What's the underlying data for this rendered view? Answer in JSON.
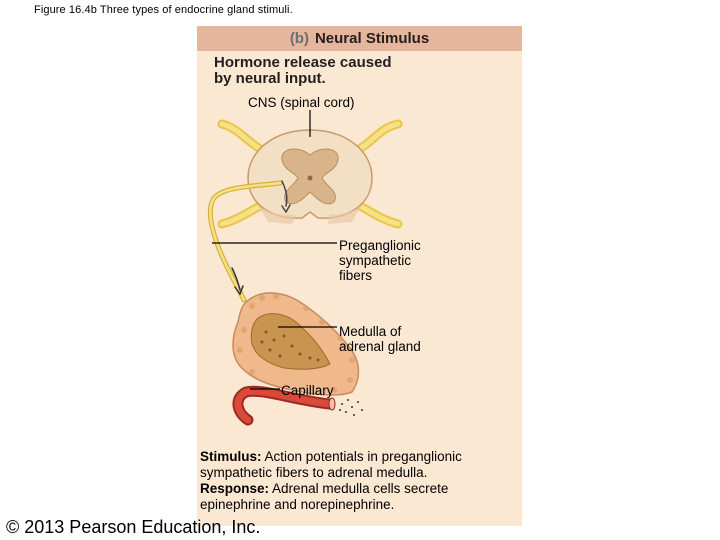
{
  "figure_title": "Figure 16.4b Three types of endocrine gland stimuli.",
  "panel": {
    "letter": "(b)",
    "title": "Neural Stimulus",
    "lead_line1": "Hormone release caused",
    "lead_line2": "by neural input."
  },
  "labels": {
    "cns": "CNS (spinal cord)",
    "preganglionic_1": "Preganglionic",
    "preganglionic_2": "sympathetic",
    "preganglionic_3": "fibers",
    "medulla_1": "Medulla of",
    "medulla_2": "adrenal gland",
    "capillary": "Capillary"
  },
  "stimulus": {
    "label": "Stimulus:",
    "text_1": "Action potentials in preganglionic",
    "text_2": "sympathetic fibers to adrenal medulla."
  },
  "response": {
    "label": "Response:",
    "text_1": "Adrenal medulla cells secrete",
    "text_2": "epinephrine and norepinephrine."
  },
  "copyright": "© 2013 Pearson Education, Inc.",
  "colors": {
    "panel_bg": "#fbe8d3",
    "header_bg": "#e6b69c",
    "nerve": "#f5d65a",
    "gland": "#f0b98c",
    "capillary": "#c8322a"
  }
}
